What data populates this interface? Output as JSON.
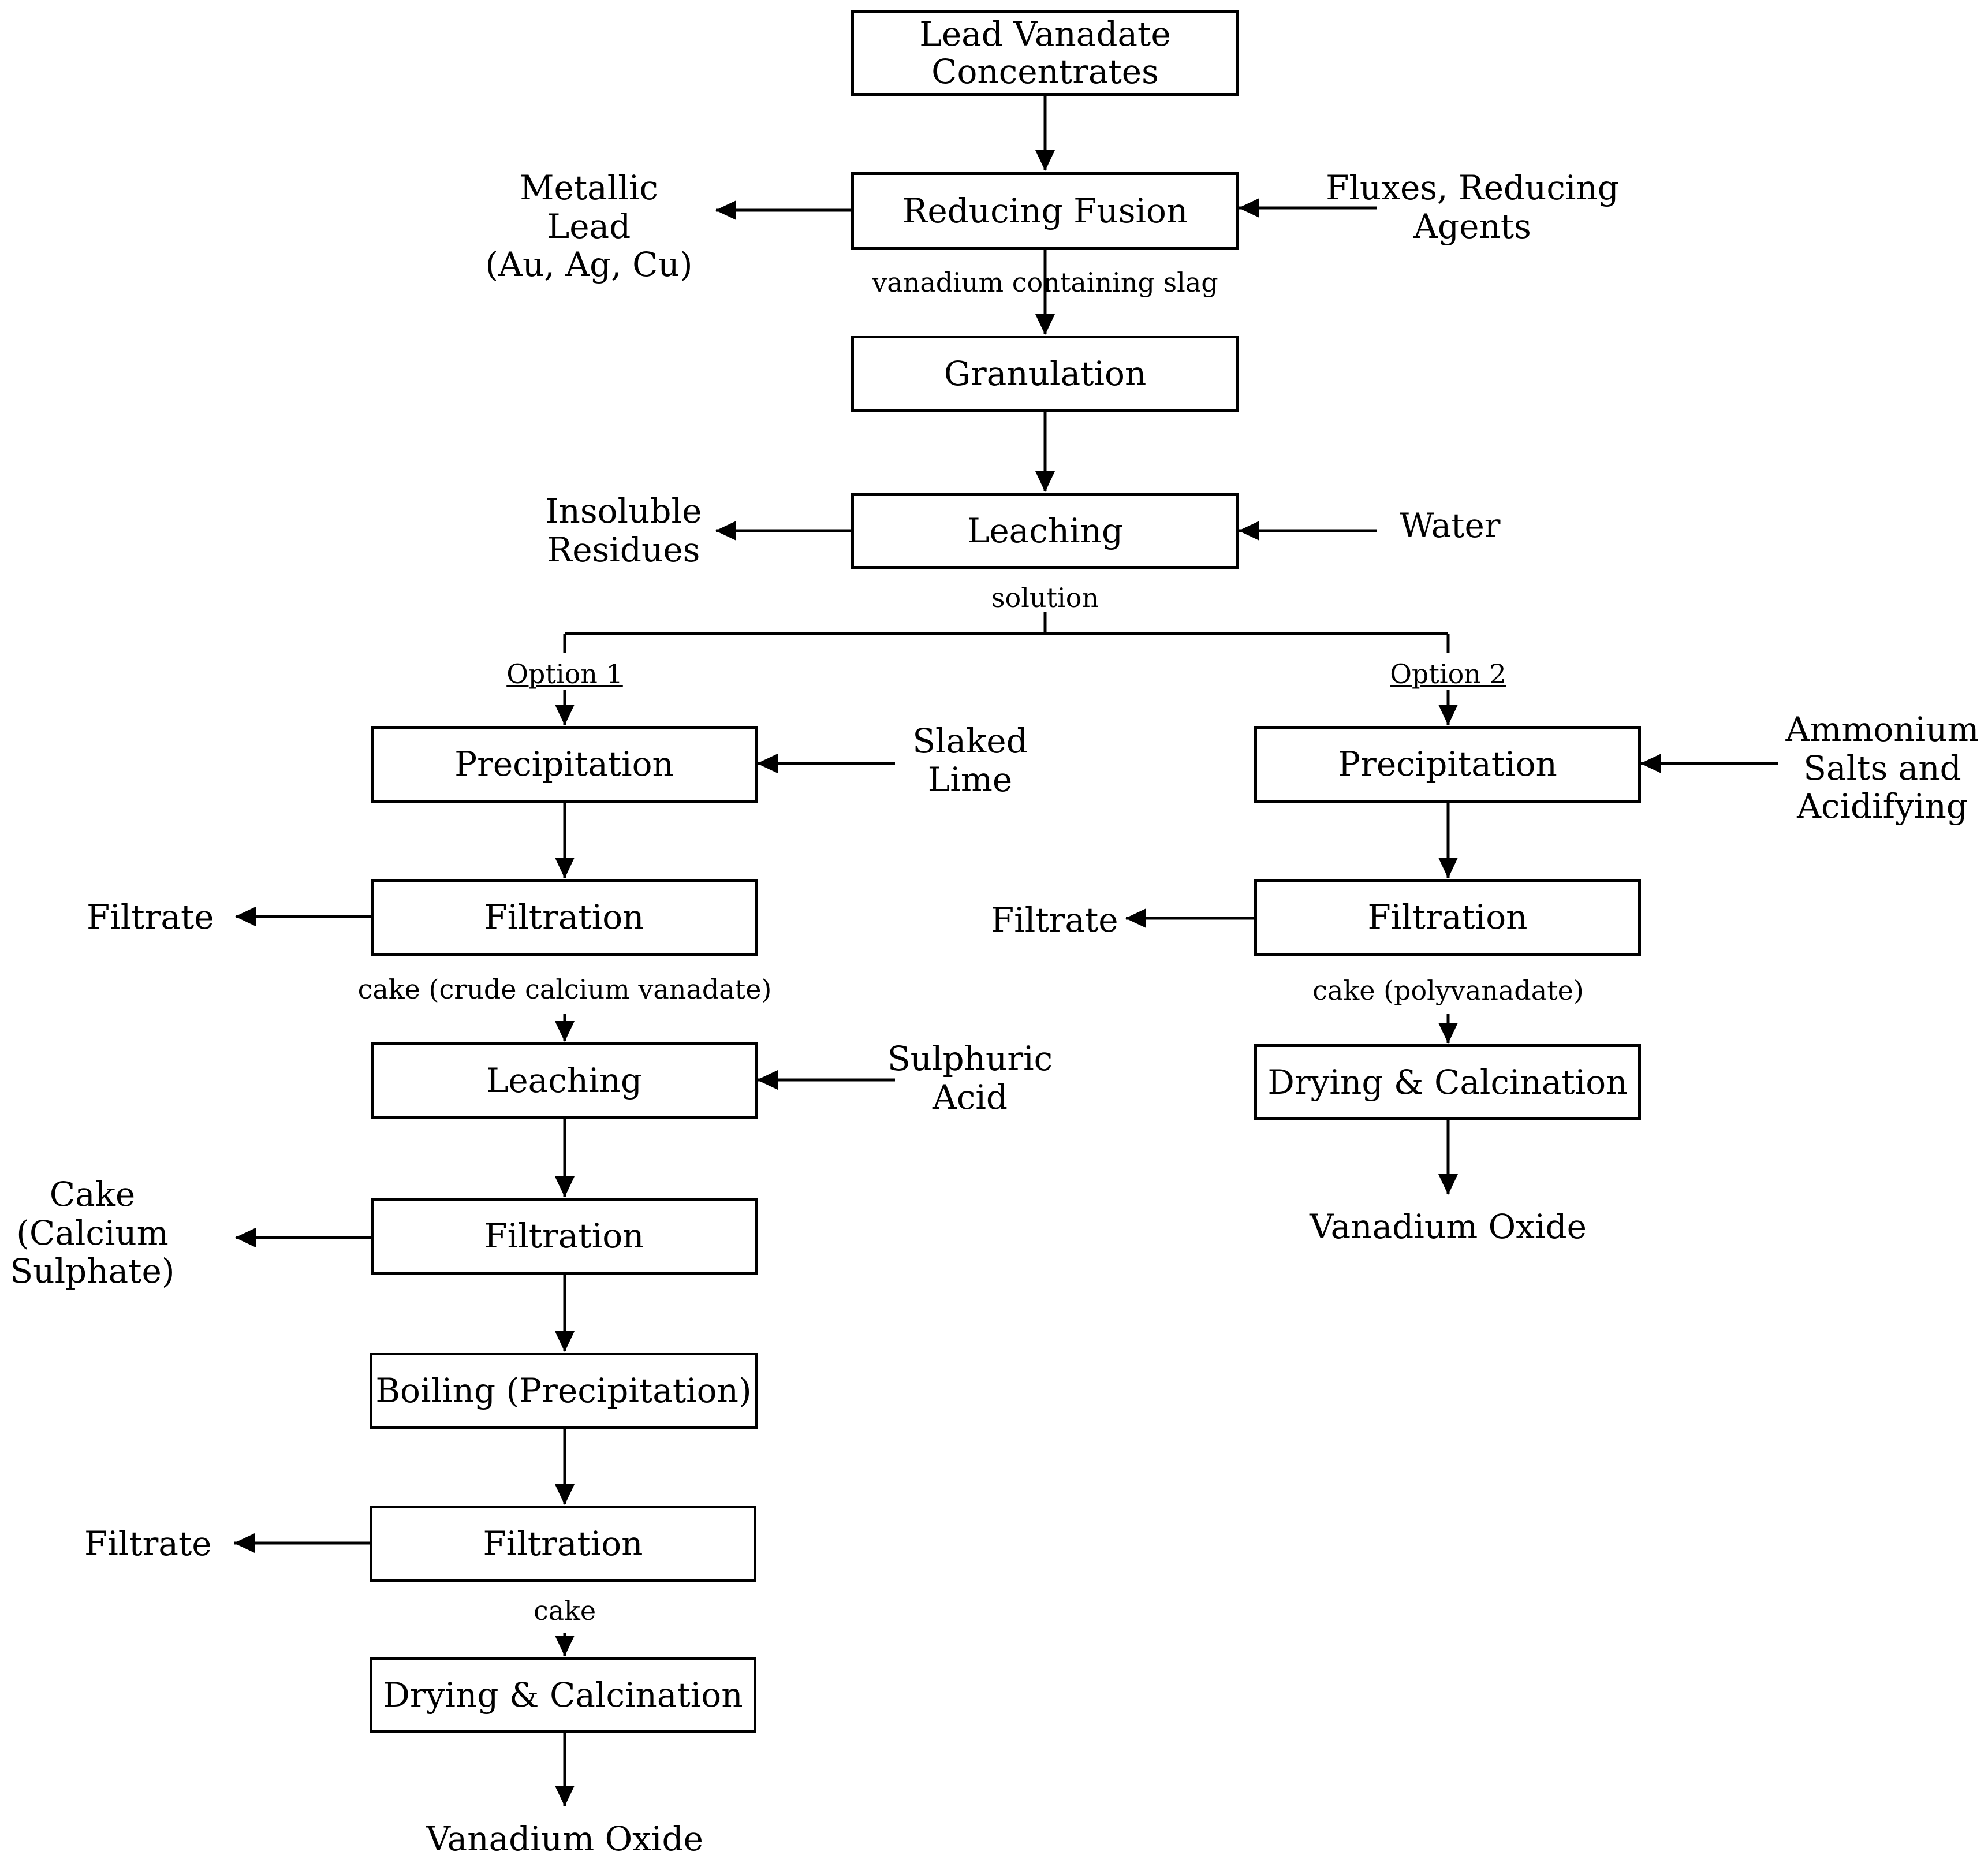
{
  "boxes": {
    "lead_vanadate": "Lead Vanadate\nConcentrates",
    "reducing_fusion": "Reducing Fusion",
    "granulation": "Granulation",
    "leaching_main": "Leaching",
    "o1_precipitation": "Precipitation",
    "o1_filtration1": "Filtration",
    "o1_leaching": "Leaching",
    "o1_filtration2": "Filtration",
    "o1_boiling": "Boiling (Precipitation)",
    "o1_filtration3": "Filtration",
    "o1_drying": "Drying & Calcination",
    "o2_precipitation": "Precipitation",
    "o2_filtration": "Filtration",
    "o2_drying": "Drying & Calcination"
  },
  "side_labels": {
    "metallic_lead": "Metallic Lead\n(Au, Ag, Cu)",
    "fluxes": "Fluxes, Reducing\nAgents",
    "insoluble": "Insoluble\nResidues",
    "water": "Water",
    "slaked_lime": "Slaked\nLime",
    "o1_filtrate1": "Filtrate",
    "sulphuric_acid": "Sulphuric\nAcid",
    "cake_calcium": "Cake\n(Calcium\nSulphate)",
    "o1_filtrate3": "Filtrate",
    "ammonium": "Ammonium\nSalts and\nAcidifying",
    "o2_filtrate": "Filtrate"
  },
  "flow_labels": {
    "slag": "vanadium containing slag",
    "solution": "solution",
    "crude_cake": "cake (crude calcium vanadate)",
    "cake": "cake",
    "polyvanadate": "cake (polyvanadate)"
  },
  "options": {
    "option1": "Option 1",
    "option2": "Option 2"
  },
  "outputs": {
    "o1_vanadium_oxide": "Vanadium Oxide",
    "o2_vanadium_oxide": "Vanadium Oxide"
  }
}
